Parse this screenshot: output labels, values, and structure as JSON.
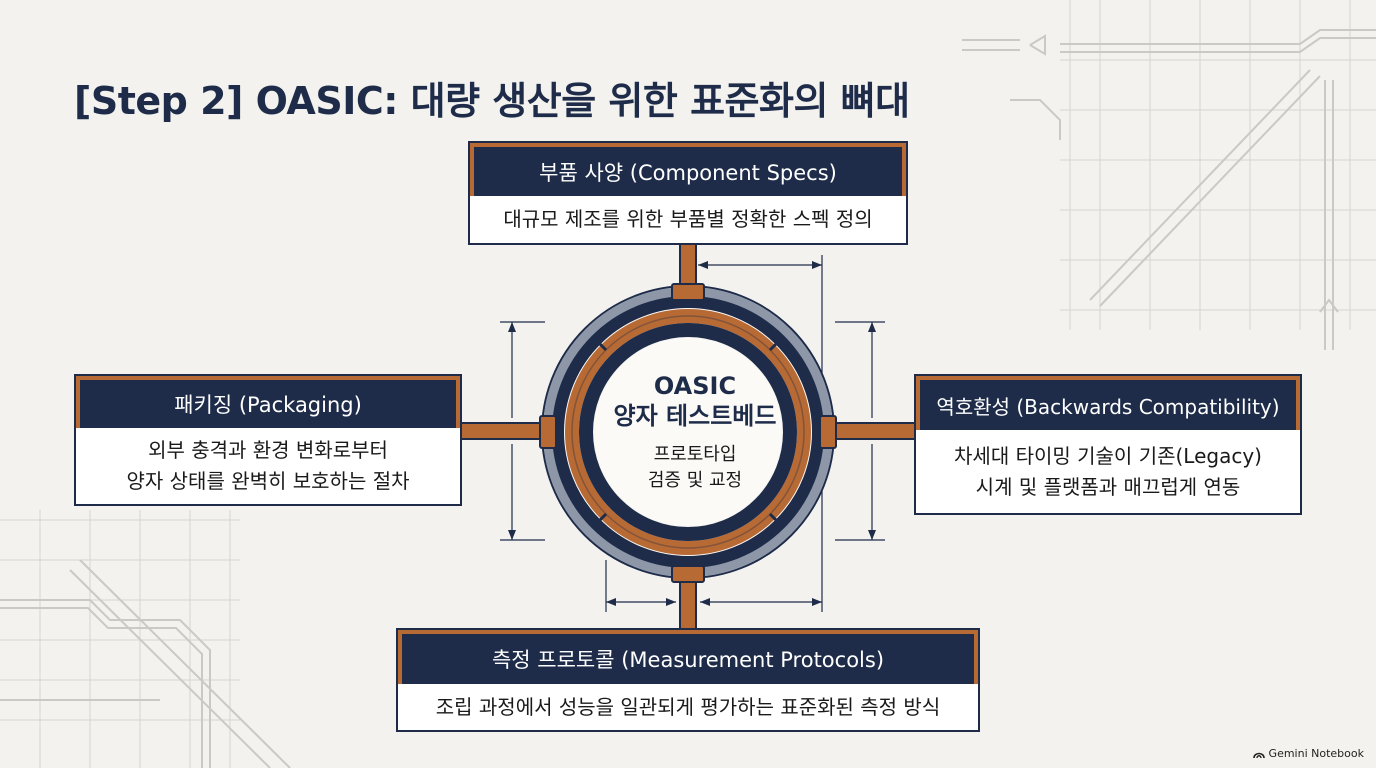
{
  "title": "[Step 2] OASIC: 대량 생산을 위한 표준화의 뼈대",
  "colors": {
    "navy": "#1e2c4a",
    "copper": "#b86a34",
    "background": "#f3f2ee",
    "ring_gray": "#8d97a8"
  },
  "center": {
    "line1": "OASIC",
    "line2": "양자 테스트베드",
    "line3": "프로토타입",
    "line4": "검증 및 교정"
  },
  "boxes": {
    "top": {
      "header": "부품 사양 (Component Specs)",
      "lines": [
        "대규모 제조를 위한 부품별 정확한 스펙 정의"
      ]
    },
    "left": {
      "header": "패키징 (Packaging)",
      "lines": [
        "외부 충격과 환경 변화로부터",
        "양자 상태를 완벽히 보호하는 절차"
      ]
    },
    "right": {
      "header": "역호환성 (Backwards Compatibility)",
      "lines": [
        "차세대 타이밍 기술이 기존(Legacy)",
        "시계 및 플랫폼과 매끄럽게 연동"
      ]
    },
    "bottom": {
      "header": "측정 프로토콜 (Measurement Protocols)",
      "lines": [
        "조립 과정에서 성능을 일관되게 평가하는 표준화된 측정 방식"
      ]
    }
  },
  "watermark": {
    "icon": "notebook-logo-icon",
    "text": "Gemini Notebook"
  }
}
